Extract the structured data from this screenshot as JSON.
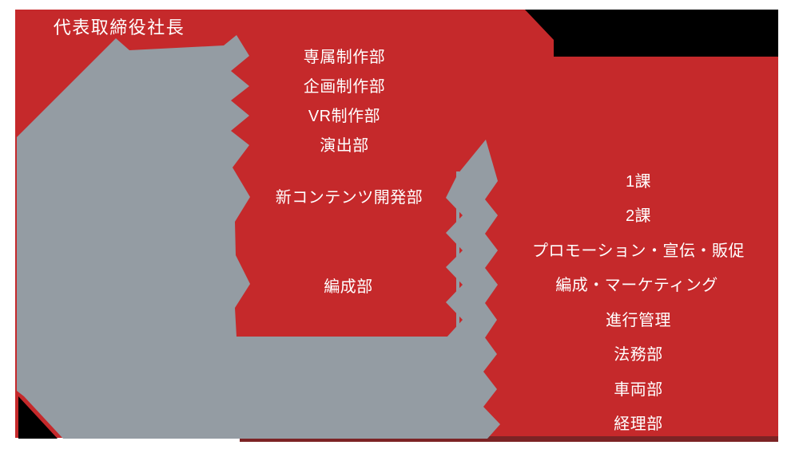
{
  "colors": {
    "page_background": "#ffffff",
    "sheet_red": "#c5292b",
    "connector_gray": "#949ca3",
    "artifact_black": "#000000",
    "bottom_shadow": "#7c2325",
    "label_text": "#ffffff"
  },
  "org_chart": {
    "president": "代表取締役社長",
    "departments": [
      "専属制作部",
      "企画制作部",
      "VR制作部",
      "演出部",
      "新コンテンツ開発部",
      "編成部"
    ],
    "sub_departments": [
      "1課",
      "2課",
      "プロモーション・宣伝・販促",
      "編成・マーケティング",
      "進行管理",
      "法務部",
      "車両部",
      "経理部"
    ]
  }
}
